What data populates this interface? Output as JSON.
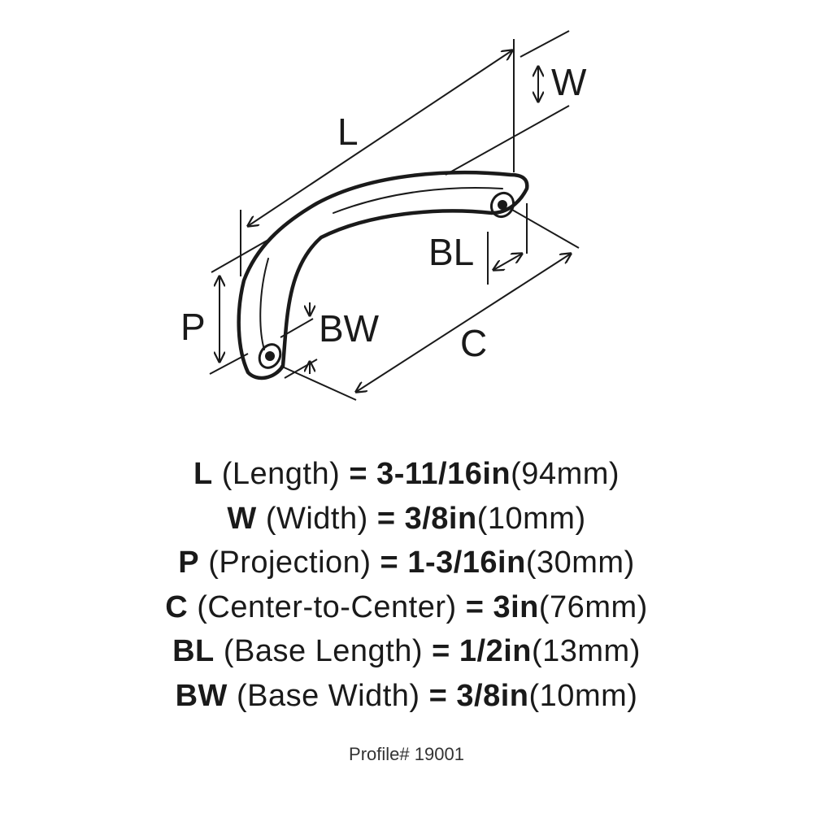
{
  "diagram": {
    "labels": {
      "L": "L",
      "W": "W",
      "P": "P",
      "BW": "BW",
      "BL": "BL",
      "C": "C"
    }
  },
  "specs": [
    {
      "code": "L",
      "name": "(Length)",
      "eq": "=",
      "imperial": "3-11/16in",
      "metric": "(94mm)"
    },
    {
      "code": "W",
      "name": "(Width)",
      "eq": "=",
      "imperial": "3/8in",
      "metric": "(10mm)"
    },
    {
      "code": "P",
      "name": "(Projection)",
      "eq": "=",
      "imperial": "1-3/16in",
      "metric": "(30mm)"
    },
    {
      "code": "C",
      "name": "(Center-to-Center)",
      "eq": "=",
      "imperial": "3in",
      "metric": "(76mm)"
    },
    {
      "code": "BL",
      "name": "(Base Length)",
      "eq": "=",
      "imperial": "1/2in",
      "metric": "(13mm)"
    },
    {
      "code": "BW",
      "name": "(Base Width)",
      "eq": "=",
      "imperial": "3/8in",
      "metric": "(10mm)"
    }
  ],
  "profile": "Profile# 19001"
}
